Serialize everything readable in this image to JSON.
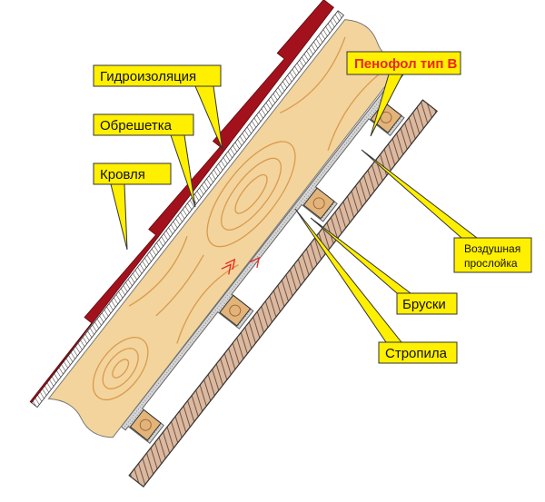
{
  "title": "Утепление кровли пенофолом",
  "labels": {
    "waterproofing": "Гидроизоляция",
    "battens": "Обрешетка",
    "roofing": "Кровля",
    "foil": "Пенофол тип В",
    "air_gap_line1": "Воздушная",
    "air_gap_line2": "прослойка",
    "bars": "Бруски",
    "rafters": "Стропила"
  },
  "colors": {
    "label_bg": "#ffef00",
    "roof": "#a3121c",
    "wood": "#f3d49c",
    "grain": "#d99a4e",
    "foam": "#c9c9c9",
    "rafter": "#c9a58a",
    "accent_text": "#e8261c"
  }
}
